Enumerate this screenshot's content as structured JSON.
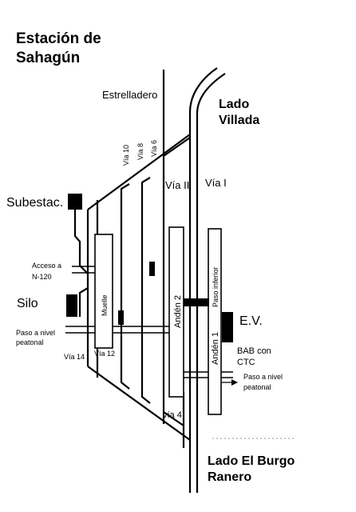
{
  "title": {
    "line1": "Estación de",
    "line2": "Sahagún"
  },
  "directions": {
    "north": {
      "line1": "Lado",
      "line2": "Villada"
    },
    "south": {
      "line1": "Lado El Burgo",
      "line2": "Ranero"
    }
  },
  "labels": {
    "estrelladero": "Estrelladero",
    "via_i": "Vía I",
    "via_ii": "Vía II",
    "via_4": "vía 4",
    "via_6": "Vía 6",
    "via_8": "Vía 8",
    "via_10": "Vía 10",
    "via_12": "Vía 12",
    "via_14": "Vía 14",
    "subestacion": "Subestac.",
    "silo": "Silo",
    "acceso_line1": "Acceso a",
    "acceso_line2": "N-120",
    "paso_nivel_left_line1": "Paso a nivel",
    "paso_nivel_left_line2": "peatonal",
    "paso_nivel_right_line1": "Paso a nivel",
    "paso_nivel_right_line2": "peatonal",
    "muelle": "Muelle",
    "anden_1": "Andén 1",
    "anden_2": "Andén 2",
    "paso_inferior": "Paso inferior",
    "ev": "E.V.",
    "bab_line1": "BAB con",
    "bab_line2": "CTC"
  }
}
